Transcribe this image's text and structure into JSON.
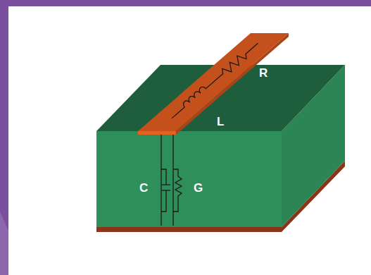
{
  "diagram": {
    "labels": [
      "R",
      "L",
      "C",
      "G"
    ]
  }
}
